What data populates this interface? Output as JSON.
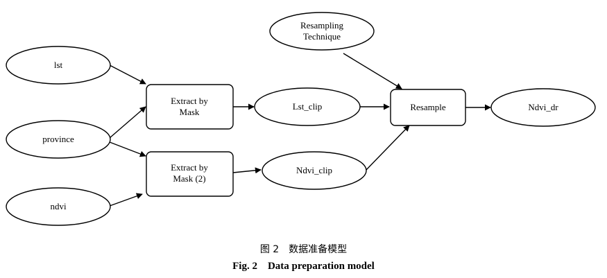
{
  "diagram": {
    "nodes": {
      "lst": "lst",
      "province": "province",
      "ndvi": "ndvi",
      "extract1": [
        "Extract by",
        "Mask"
      ],
      "extract2": [
        "Extract by",
        "Mask (2)"
      ],
      "lst_clip": "Lst_clip",
      "ndvi_clip": "Ndvi_clip",
      "resampling": [
        "Resampling",
        "Technique"
      ],
      "resample": "Resample",
      "ndvi_dr": "Ndvi_dr"
    }
  },
  "caption": {
    "cn": "图 2　数据准备模型",
    "en": "Fig. 2　Data preparation model"
  }
}
